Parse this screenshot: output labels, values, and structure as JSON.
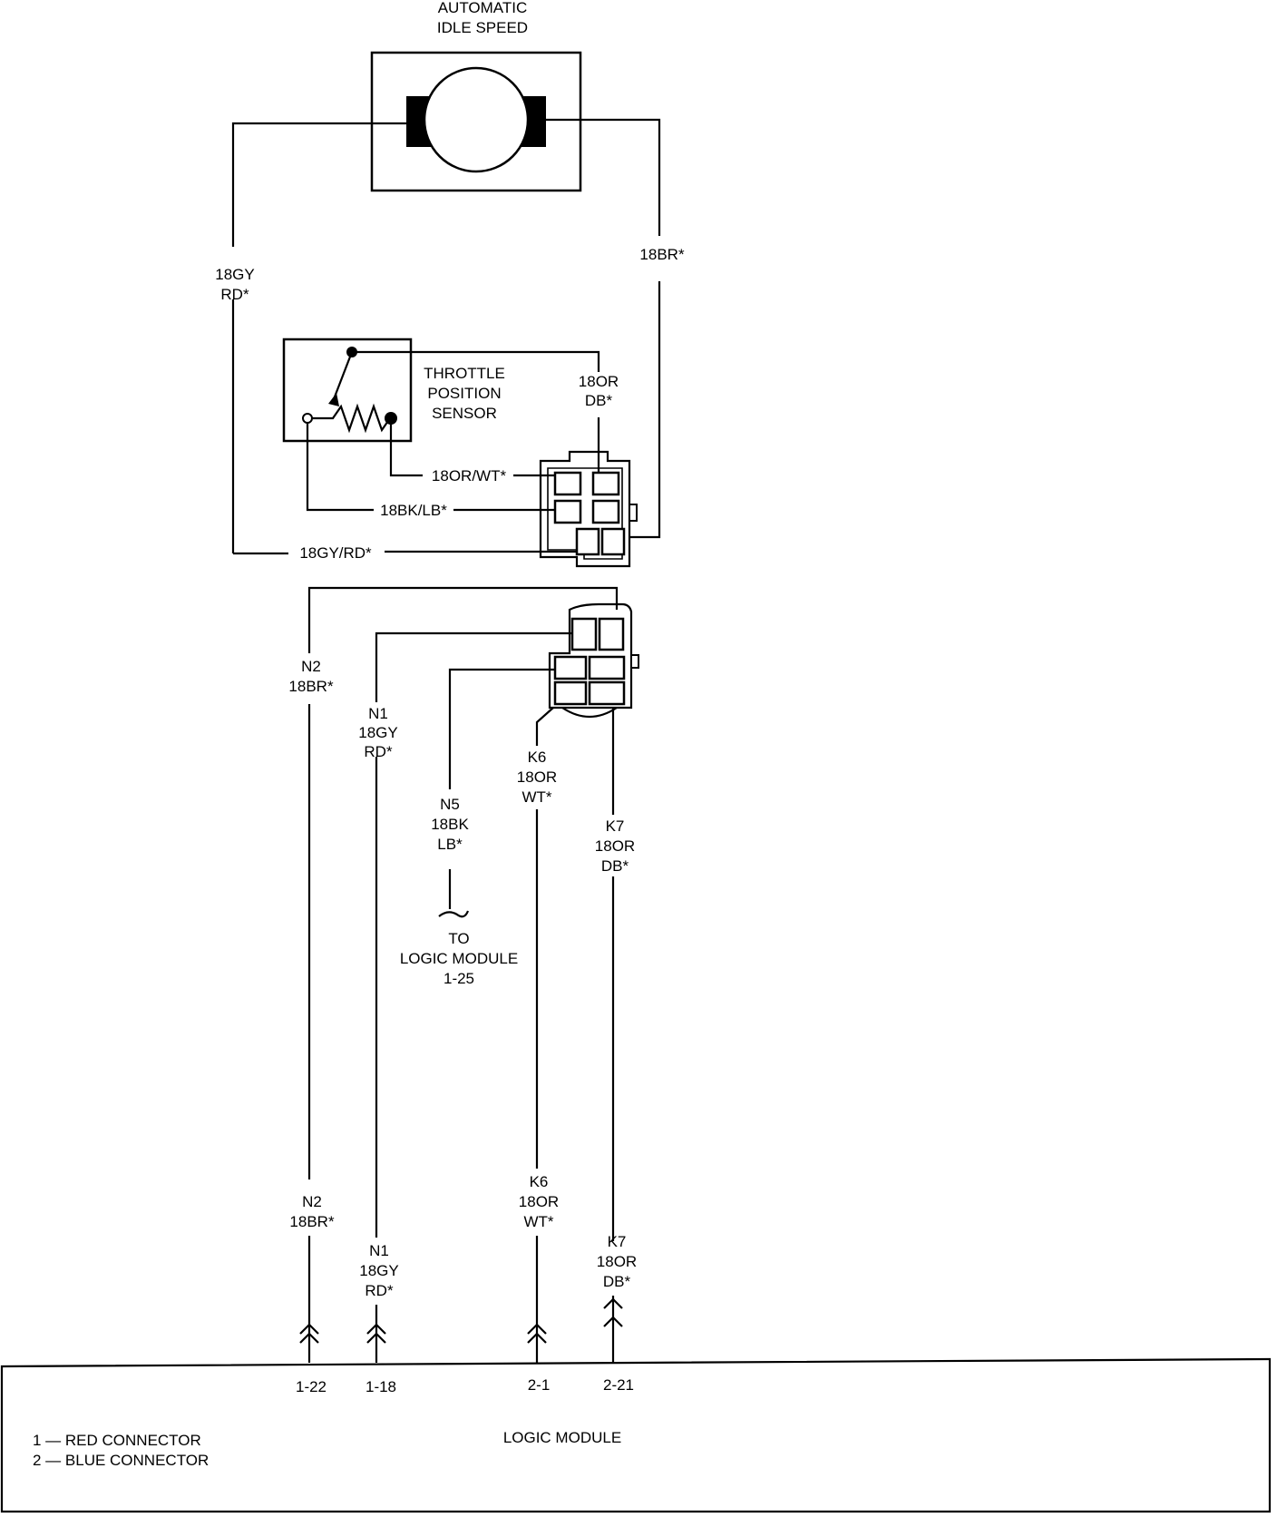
{
  "components": {
    "ais_title": [
      "AUTOMATIC",
      "IDLE SPEED"
    ],
    "tps_title": [
      "THROTTLE",
      "POSITION",
      "SENSOR"
    ],
    "logic_module": "LOGIC MODULE",
    "legend": [
      "1 — RED CONNECTOR",
      "2 — BLUE CONNECTOR"
    ],
    "to_module": [
      "TO",
      "LOGIC MODULE",
      "1-25"
    ]
  },
  "wires_top": {
    "ais_left": [
      "18GY",
      "RD*"
    ],
    "ais_right": "18BR*",
    "tps_top": [
      "18OR",
      "DB*"
    ],
    "or_wt": "18OR/WT*",
    "bk_lb": "18BK/LB*",
    "gy_rd": "18GY/RD*"
  },
  "wires_mid": {
    "n2": [
      "N2",
      "18BR*"
    ],
    "n1": [
      "N1",
      "18GY",
      "RD*"
    ],
    "n5": [
      "N5",
      "18BK",
      "LB*"
    ],
    "k6": [
      "K6",
      "18OR",
      "WT*"
    ],
    "k7": [
      "K7",
      "18OR",
      "DB*"
    ]
  },
  "wires_low": {
    "n2": [
      "N2",
      "18BR*"
    ],
    "n1": [
      "N1",
      "18GY",
      "RD*"
    ],
    "k6": [
      "K6",
      "18OR",
      "WT*"
    ],
    "k7": [
      "K7",
      "18OR",
      "DB*"
    ]
  },
  "pins": [
    "1-22",
    "1-18",
    "2-1",
    "2-21"
  ]
}
